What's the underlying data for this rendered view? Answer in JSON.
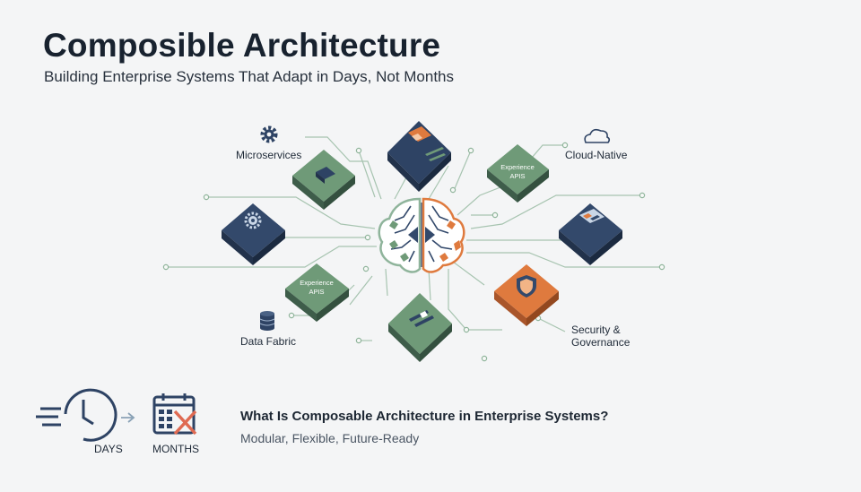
{
  "header": {
    "title": "Composible Architecture",
    "subtitle": "Building Enterprise Systems That Adapt in Days, Not Months"
  },
  "diagram": {
    "labels": {
      "microservices": "Microservices",
      "cloud_native": "Cloud-Native",
      "data_fabric": "Data Fabric",
      "security_line1": "Security &",
      "security_line2": "Governance"
    },
    "tiles": {
      "experience_top_line1": "Experience",
      "experience_top_line2": "APIS",
      "experience_bottom_line1": "Experience",
      "experience_bottom_line2": "APIS"
    }
  },
  "footer": {
    "days_label": "DAYS",
    "months_label": "MONTHS",
    "question": "What Is Composable Architecture in Enterprise Systems?",
    "tagline": "Modular, Flexible, Future-Ready"
  },
  "colors": {
    "navy": "#33496b",
    "green": "#6f9a78",
    "orange": "#df7a3e",
    "line": "#a7c4b0"
  }
}
